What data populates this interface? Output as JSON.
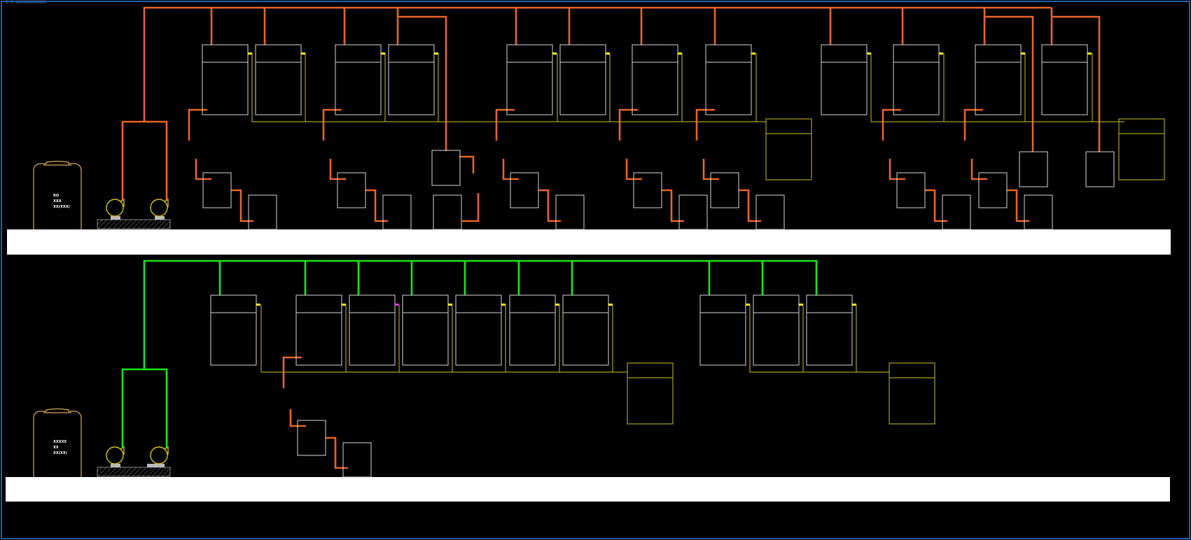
{
  "drawing": {
    "caption": "1:5  XXXXXXXXXXXX"
  },
  "tanks": [
    {
      "line1": "RO",
      "line2": "XXX",
      "line3": "XX(XXX)"
    },
    {
      "line1": "XXXXX",
      "line2": "XX",
      "line3": "XX(XX)"
    }
  ],
  "colors": {
    "background": "#000000",
    "frame": "#1f5fa8",
    "ro_water_pipe": "#e8642a",
    "green_pipe": "#19e619",
    "drain_pipe": "#a8a020",
    "tank_outline": "#d9a860",
    "equipment_outline": "#d8d8d8",
    "outlet_marker": "#f2f21a",
    "floor_slab": "#ffffff"
  },
  "icons": [
    "pump-icon",
    "water-tank-icon"
  ]
}
